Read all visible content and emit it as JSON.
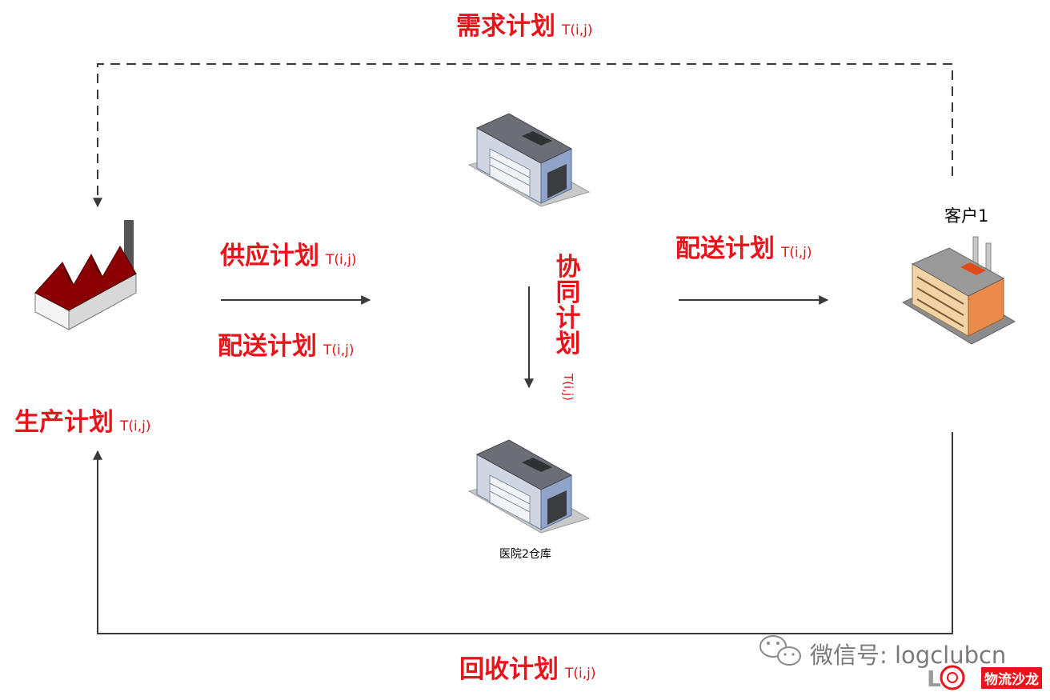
{
  "flows": {
    "demand": {
      "name": "需求计划",
      "tag": "T(i,j)"
    },
    "supply": {
      "name": "供应计划",
      "tag": "T(i,j)"
    },
    "delivery_left": {
      "name": "配送计划",
      "tag": "T(i,j)"
    },
    "collab": {
      "name": [
        "协",
        "同",
        "计",
        "划"
      ],
      "tag": "T(i,j)"
    },
    "delivery_right": {
      "name": "配送计划",
      "tag": "T(i,j)"
    },
    "production": {
      "name": "生产计划",
      "tag": "T(i,j)"
    },
    "recycle": {
      "name": "回收计划",
      "tag": "T(i,j)"
    }
  },
  "nodes": {
    "customer": {
      "label": "客户1"
    },
    "warehouse_bottom": {
      "label": "医院2仓库"
    }
  },
  "watermark": {
    "wechat": "微信号: logclubcn",
    "brand": "物流沙龙"
  },
  "colors": {
    "accent": "#e8141b",
    "line": "#3a3a3a",
    "factory_roof": "#8b0000"
  },
  "icons": [
    "factory-icon",
    "warehouse-icon",
    "industrial-plant-icon",
    "wechat-icon"
  ]
}
